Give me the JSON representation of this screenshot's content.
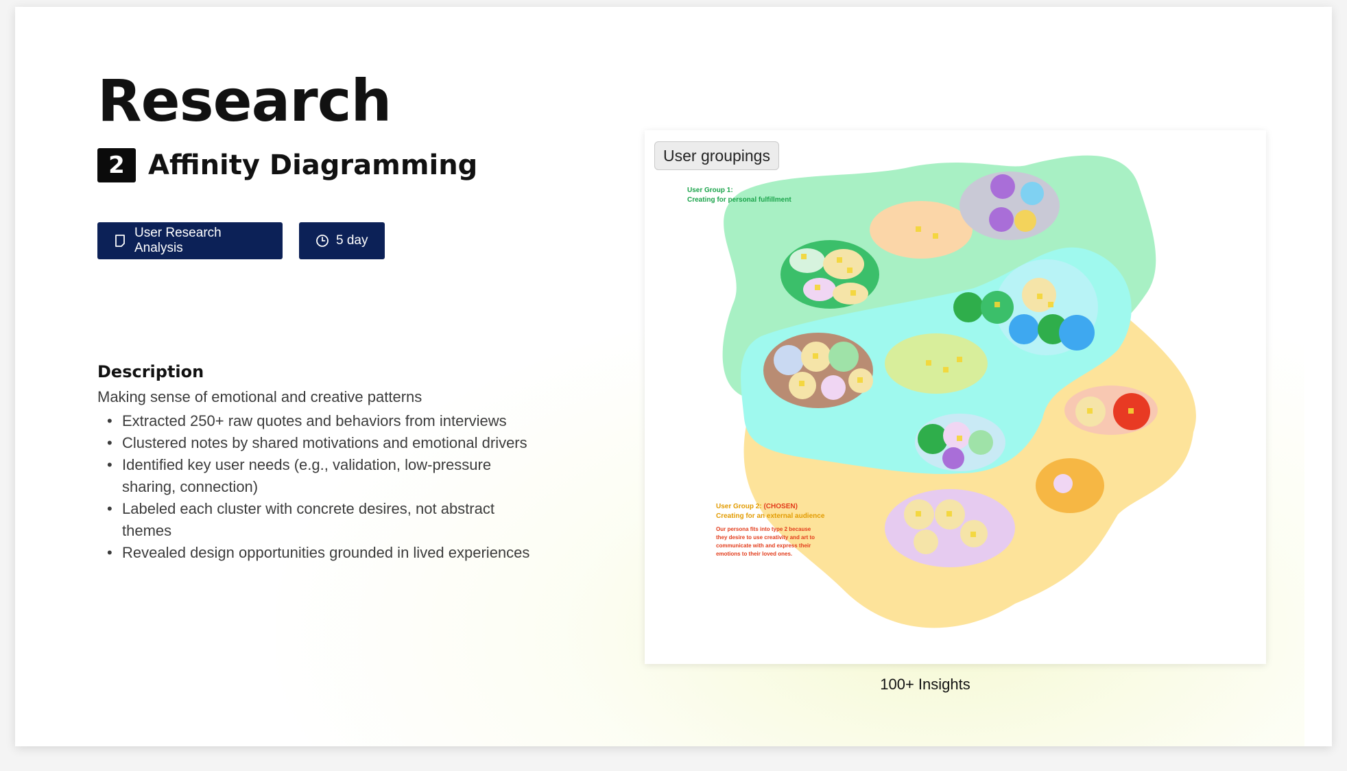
{
  "page": {
    "title": "Research",
    "step_number": "2",
    "subtitle": "Affinity Diagramming"
  },
  "tags": [
    {
      "label": "User Research Analysis",
      "icon": "document-icon"
    },
    {
      "label": "5 day",
      "icon": "clock-icon"
    }
  ],
  "description": {
    "heading": "Description",
    "intro": "Making sense of emotional and creative patterns",
    "bullets": [
      "Extracted 250+ raw quotes and behaviors from interviews",
      "Clustered notes by shared motivations and emotional drivers",
      "Identified key user needs (e.g., validation, low-pressure sharing, connection)",
      "Labeled each cluster with concrete desires, not abstract themes",
      "Revealed design opportunities grounded in lived experiences"
    ]
  },
  "diagram": {
    "frame_label": "User groupings",
    "group1_title": "User Group 1:",
    "group1_subtitle": "Creating for personal fulfillment",
    "group2_title": "User Group 2:",
    "group2_chosen": "(CHOSEN)",
    "group2_subtitle": "Creating for an external audience",
    "group2_note": [
      "Our persona fits into type 2 because",
      "they desire to use creativity and art to",
      "communicate with and express their",
      "emotions to their loved ones."
    ],
    "caption": "100+ Insights"
  },
  "colors": {
    "chip_bg": "#0c2157",
    "group1_green": "#a8f0c4",
    "group_cyan": "#9ff9ee",
    "group2_yellow": "#fde39a",
    "group1_text": "#1aa34a",
    "group2_text": "#e29b00",
    "chosen_text": "#e23b1a"
  }
}
